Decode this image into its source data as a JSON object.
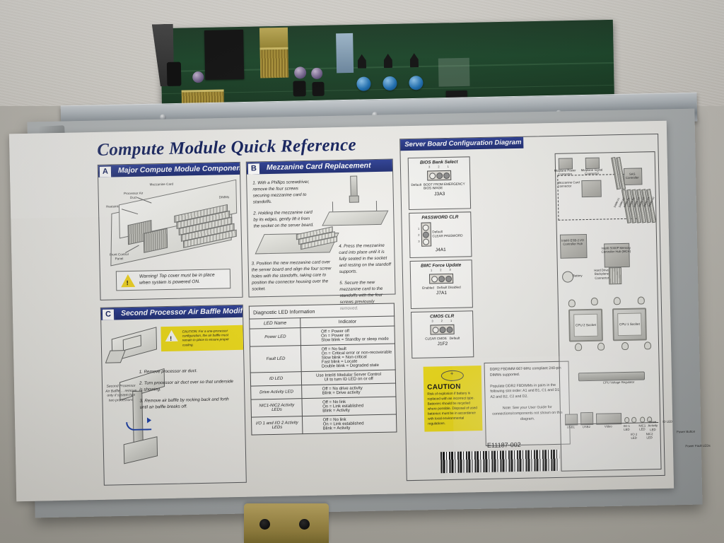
{
  "photo": {
    "subject": "Intel compute module with Quick Reference service label",
    "scene": "server blade module resting on a surface, green circuit board visible at top"
  },
  "label": {
    "title": "Compute Module Quick Reference",
    "part_number": "E11187-002",
    "sections": {
      "a": {
        "letter": "A",
        "heading": "Major Compute Module Components",
        "callouts": [
          "Mezzanine Card",
          "Processor Air Duct",
          "Heatsink",
          "DIMMs",
          "Front Control Panel"
        ],
        "warning": "Warning!  Top cover must be in place when system is powered ON."
      },
      "b": {
        "letter": "B",
        "heading": "Mezzanine Card Replacement",
        "steps": [
          "1.  With a Phillips screwdriver, remove the four screws securing mezzanine card to standoffs.",
          "2.  Holding the mezzanine card by its edges, gently lift it from the socket on the server board.",
          "3.  Position the new mezzanine card over the server board and align the four screw holes with the standoffs, taking care to position the connector housing over the socket.",
          "4.  Press the mezzanine card into place until it is fully seated in the socket and resting on the standoff supports.",
          "5.  Secure the new mezzanine card to the standoffs with the four screws previously removed."
        ]
      },
      "c": {
        "letter": "C",
        "heading": "Second Processor Air Baffle Modification",
        "caution": "CAUTION:  For a one-processor configuration, the air baffle must remain in place to ensure proper cooling.",
        "steps": [
          "1.  Remove processor air duct.",
          "2.  Turn processor air duct over so that underside is showing.",
          "3.  Remove air baffle by rocking back and forth until air baffle breaks off."
        ],
        "callout": "Second Processor Air Baffle ... remove only if system has two processors."
      }
    },
    "led_table": {
      "title": "Diagnostic LED Information",
      "columns": [
        "LED Name",
        "Indicator"
      ],
      "rows": [
        {
          "name": "Power LED",
          "indicator": [
            "Off = Power off",
            "On = Power on",
            "Slow blink = Standby or sleep mode"
          ]
        },
        {
          "name": "Fault LED",
          "indicator": [
            "Off = No fault",
            "On = Critical error or non-recoverable",
            "Slow blink = Non-critical",
            "Fast blink = Locate",
            "Double blink = Degraded state"
          ]
        },
        {
          "name": "ID LED",
          "indicator": [
            "Use Intel® Modular Server Control",
            "UI to turn ID LED on or off"
          ]
        },
        {
          "name": "Drive Activity LED",
          "indicator": [
            "Off = No drive activity",
            "Blink = Drive activity"
          ]
        },
        {
          "name": "NIC1-NIC2 Activity LEDs",
          "indicator": [
            "Off = No link",
            "On = Link established",
            "Blink = Activity"
          ]
        },
        {
          "name": "I/O 1 and I/O 2 Activity LEDs",
          "indicator": [
            "Off = No link",
            "On = Link established",
            "Blink = Activity"
          ]
        }
      ]
    },
    "board_diagram": {
      "heading": "Server Board Configuration Diagram",
      "jumpers": [
        {
          "name": "BIOS Bank Select",
          "pins": [
            "3",
            "2",
            "1"
          ],
          "settings": [
            "Default",
            "BOOT FROM EMERGENCY BIOS IMAGE"
          ],
          "id": "J3A3"
        },
        {
          "name": "PASSWORD CLR",
          "pins": [
            "1",
            "2",
            "3"
          ],
          "settings": [
            "Default",
            "CLEAR PASSWORD"
          ],
          "id": "J4A1"
        },
        {
          "name": "BMC Force Update",
          "pins": [
            "1",
            "2",
            "3"
          ],
          "settings": [
            "Enabled",
            "Default Disabled"
          ],
          "id": "J7A1"
        },
        {
          "name": "CMOS CLR",
          "pins": [
            "3",
            "2",
            "1"
          ],
          "settings": [
            "CLEAR CMOS",
            "Default"
          ],
          "id": "J1F2"
        }
      ],
      "caution": {
        "word": "CAUTION",
        "body": "Risk of explosion if battery is replaced with an incorrect type. Batteries should be recycled where possible. Disposal of used batteries must be in accordance with local environmental regulations."
      },
      "memory_info": [
        "DDR2 FBDIMM 667-MHz compliant 240-pin DIMMs supported.",
        "Populate DDR2 FBDIMMs in pairs in the following slot order:  A1 and B1, C1 and D1, A2 and B2, C2 and D2."
      ],
      "note": "Note:  See your User Guide for connections/components not shown on this diagram.",
      "components": [
        "Midplane Power Connector",
        "Midplane Signal Connector",
        "Mezzanine Card Connector",
        "SAS Controller",
        "Intel® ESB-2 I/O Controller Hub",
        "Intel® 5000P Memory Controller Hub (MCH)",
        "Battery",
        "Hard Drive Backplane Connector",
        "CPU 1 Socket",
        "CPU 2 Socket",
        "CPU Voltage Regulator"
      ],
      "dimm_slots": [
        "DIMM A1",
        "DIMM A2",
        "DIMM B1",
        "DIMM B2",
        "DIMM C1",
        "DIMM C2",
        "DIMM D1",
        "DIMM D2"
      ],
      "front_io": [
        "USB1",
        "USB2",
        "Video",
        "I/O 1 LED",
        "I/O 2 LED",
        "NIC1 LED",
        "NIC2 LED",
        "Drive Activity LED",
        "ID LED",
        "Power Button",
        "Power Fault LEDs"
      ]
    }
  },
  "colors": {
    "header_blue": "#1c2b72",
    "title_blue": "#12205e",
    "caution_yellow": "#edda17",
    "pcb_green": "#1d4a2c",
    "metal": "#a9adae"
  }
}
